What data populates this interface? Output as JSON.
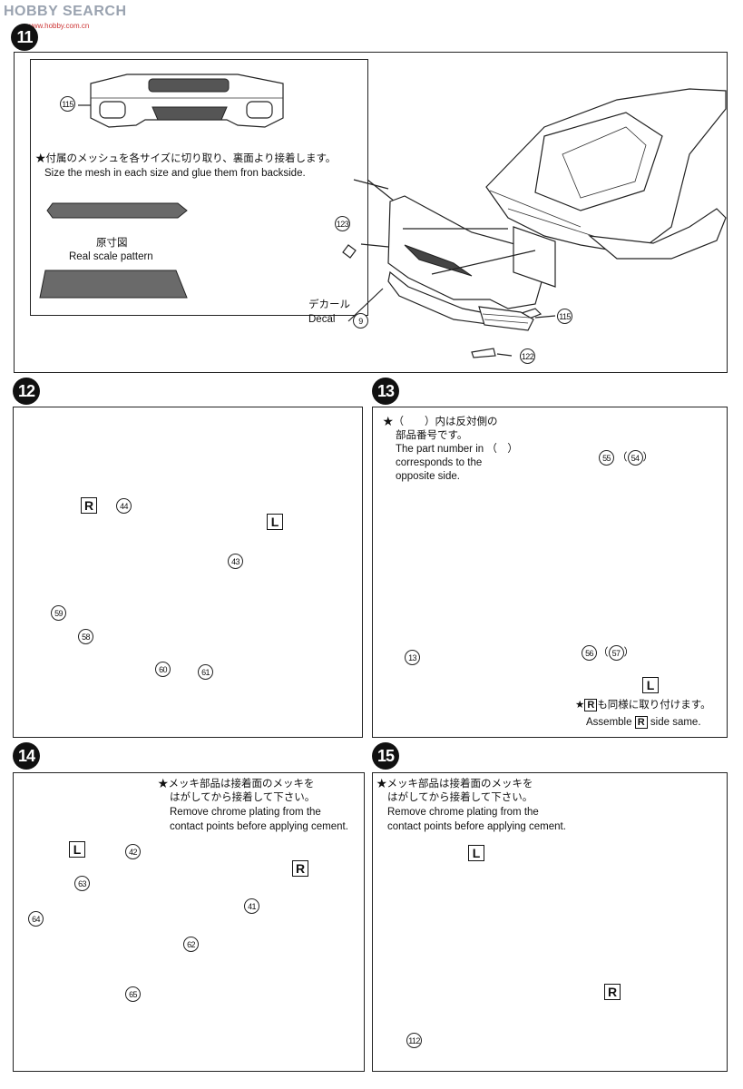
{
  "watermark": {
    "brand": "HOBBY SEARCH",
    "url": "www.hobby.com.cn"
  },
  "step11": {
    "number": "11",
    "note_ja": "★付属のメッシュを各サイズに切り取り、裏面より接着します。",
    "note_en": "Size the mesh in each size and glue them fron backside.",
    "pattern_ja": "原寸図",
    "pattern_en": "Real scale pattern",
    "decal_ja": "デカール",
    "decal_en": "Decal",
    "parts": {
      "front_bumper": "115",
      "mesh_part": "123",
      "decal_no": "9",
      "front_bumper_2": "115",
      "lower_part": "122"
    }
  },
  "step12": {
    "number": "12",
    "right_label": "R",
    "left_label": "L",
    "parts": {
      "right_housing": "44",
      "right_lens": "59",
      "right_bulb": "58",
      "left_housing": "43",
      "left_lens": "60",
      "left_bulb": "61"
    }
  },
  "step13": {
    "number": "13",
    "note_ja_1": "★（　　）内は反対側の",
    "note_ja_2": "部品番号です。",
    "note_en_1": "The part number in （　）",
    "note_en_2": "corresponds to the",
    "note_en_3": "opposite side.",
    "assemble_ja_pre": "★",
    "assemble_ja_post": "も同様に取り付けます。",
    "assemble_en_pre": "Assemble",
    "assemble_en_post": "side same.",
    "r_label": "R",
    "l_label": "L",
    "parts": {
      "hood_part": "55",
      "hood_part_opposite": "54",
      "side_part": "56",
      "side_part_opposite": "57",
      "plate": "13"
    }
  },
  "step14": {
    "number": "14",
    "note_ja_1": "★メッキ部品は接着面のメッキを",
    "note_ja_2": "はがしてから接着して下さい。",
    "note_en_1": "Remove chrome plating from the",
    "note_en_2": "contact points before applying cement.",
    "left_label": "L",
    "right_label": "R",
    "parts": {
      "left_mount": "42",
      "left_holder": "63",
      "left_lamps": "64",
      "right_mount": "41",
      "right_holder": "62",
      "right_lamps": "65"
    }
  },
  "step15": {
    "number": "15",
    "note_ja_1": "★メッキ部品は接着面のメッキを",
    "note_ja_2": "はがしてから接着して下さい。",
    "note_en_1": "Remove chrome plating from the",
    "note_en_2": "contact points before applying cement.",
    "left_label": "L",
    "right_label": "R",
    "parts": {
      "rear_bumper": "112"
    }
  }
}
